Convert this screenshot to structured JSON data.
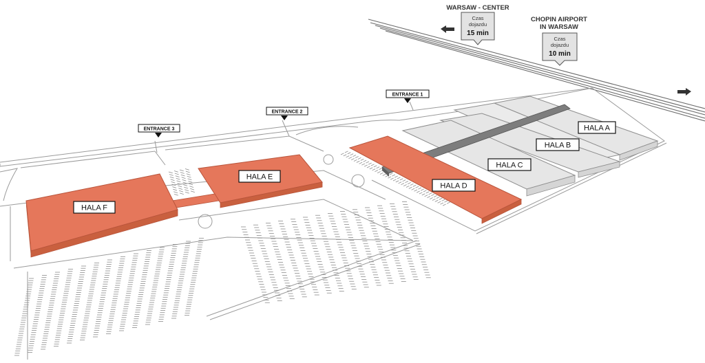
{
  "colors": {
    "new_halls": "#e5775b",
    "new_halls_roof": "#e27656",
    "old_halls": "#e6e6e6",
    "connector": "#7d7d7d",
    "roads": "#9a9a9a",
    "parking": "#8a8a8a"
  },
  "destinations": [
    {
      "title": "WARSAW - CENTER",
      "time_caption_line1": "Czas",
      "time_caption_line2": "dojazdu",
      "time_value": "15 min"
    },
    {
      "title_line1": "CHOPIN AIRPORT",
      "title_line2": "IN WARSAW",
      "time_caption_line1": "Czas",
      "time_caption_line2": "dojazdu",
      "time_value": "10 min"
    }
  ],
  "entrances": [
    {
      "label": "ENTRANCE 1"
    },
    {
      "label": "ENTRANCE 2"
    },
    {
      "label": "ENTRANCE 3"
    }
  ],
  "halls": [
    {
      "label": "HALA A",
      "style": "existing"
    },
    {
      "label": "HALA B",
      "style": "existing"
    },
    {
      "label": "HALA C",
      "style": "existing"
    },
    {
      "label": "HALA D",
      "style": "new"
    },
    {
      "label": "HALA E",
      "style": "new"
    },
    {
      "label": "HALA F",
      "style": "new"
    }
  ],
  "icons": [
    "arrow-left-icon",
    "arrow-right-icon",
    "entrance-marker-icon"
  ]
}
